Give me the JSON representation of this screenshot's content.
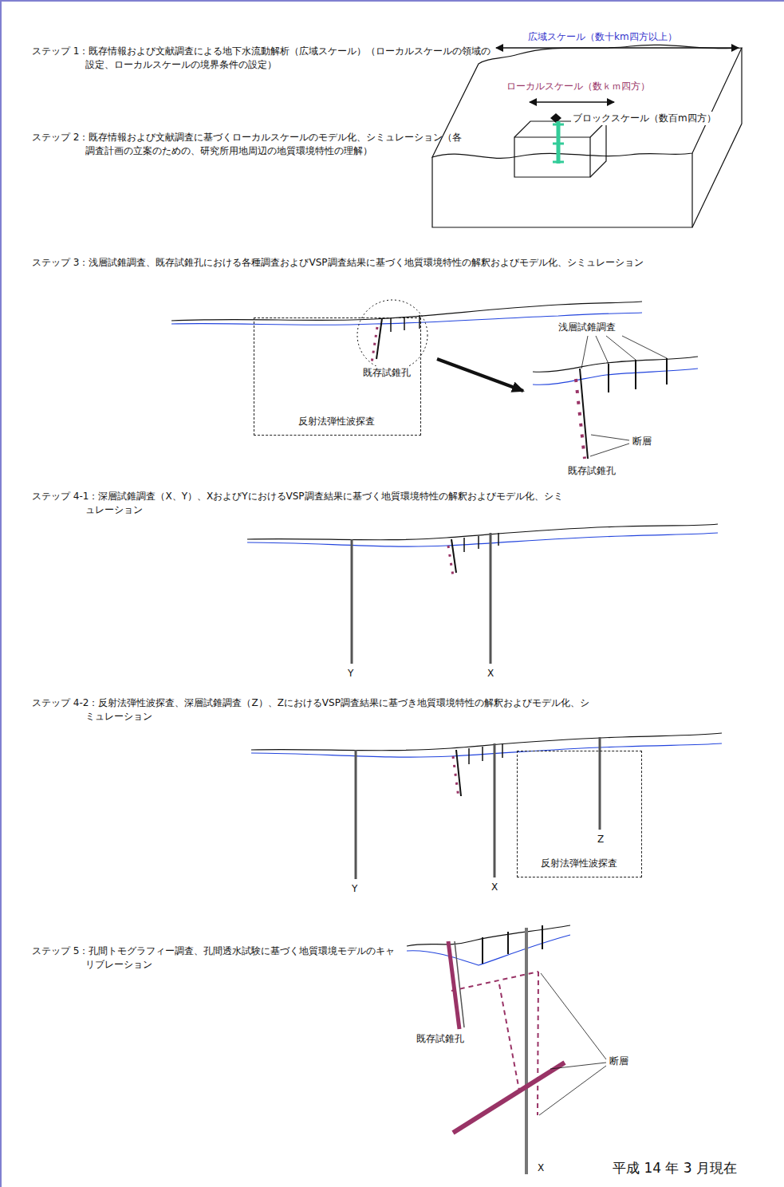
{
  "diagram": {
    "nodes": [
      {
        "text": [
          "反射法弾性波探査"
        ]
      },
      {
        "text": [
          "反射法弾性波探査"
        ]
      }
    ],
    "labels": [
      "ステップ 1：既存情報および文献調査による地下水流動解析（広域スケール）（ローカルスケールの領域の設定、ローカルスケールの境界条件の設定）",
      "広域スケール（数十km四方以上）",
      "ローカルスケール（数ｋｍ四方）",
      "ブロックスケール（数百m四方）",
      "ステップ 2：既存情報および文献調査に基づくローカルスケールのモデル化、シミュレーション（各調査計画の立案のための、研究所用地周辺の地質環境特性の理解）",
      "ステップ 3：浅層試錐調査、既存試錐孔における各種調査およびVSP調査結果に基づく地質環境特性の解釈およびモデル化、シミュレーション",
      "既存試錐孔",
      "浅層試錐調査",
      "断層",
      "既存試錐孔",
      "ステップ 4-1：深層試錐調査（X、Y）、XおよびYにおけるVSP調査結果に基づく地質環境特性の解釈およびモデル化、シミュレーション",
      "Y",
      "X",
      "ステップ 4-2：反射法弾性波探査、深層試錐調査（Z）、ZにおけるVSP調査結果に基づき地質環境特性の解釈およびモデル化、シミュレーション",
      "Y",
      "X",
      "Z",
      "ステップ 5：孔間トモグラフィー調査、孔間透水試験に基づく地質環境モデルのキャリブレーション",
      "既存試錐孔",
      "断層",
      "X",
      "平成 14 年 3 月現在"
    ]
  }
}
